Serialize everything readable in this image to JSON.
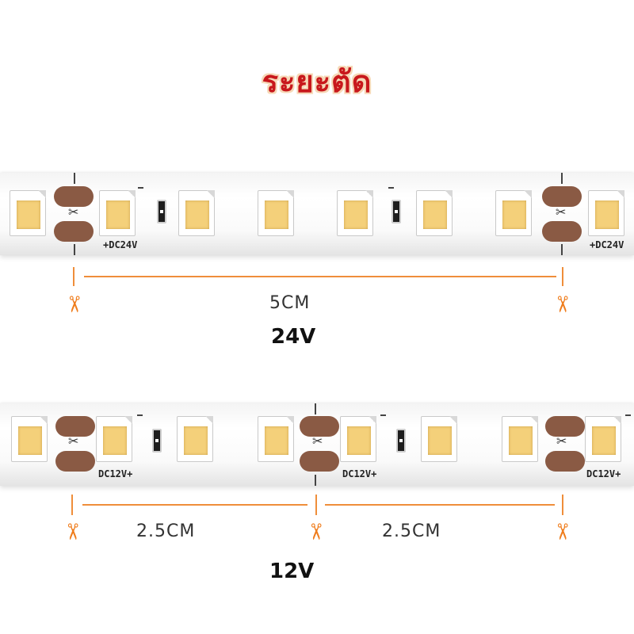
{
  "title": "ระยะตัด",
  "strip_24v": {
    "marking": "+DC24V",
    "cut_length": "5CM",
    "voltage": "24V"
  },
  "strip_12v": {
    "marking": "DC12V+",
    "cut_length": "2.5CM",
    "voltage": "12V"
  },
  "icons": {
    "scissors": "scissors-icon",
    "cut_mark": "cut-mark-icon"
  },
  "colors": {
    "title": "#c8181c",
    "measure": "#ef8e3a",
    "pad": "#8a5a44",
    "led": "#f4d07a"
  }
}
